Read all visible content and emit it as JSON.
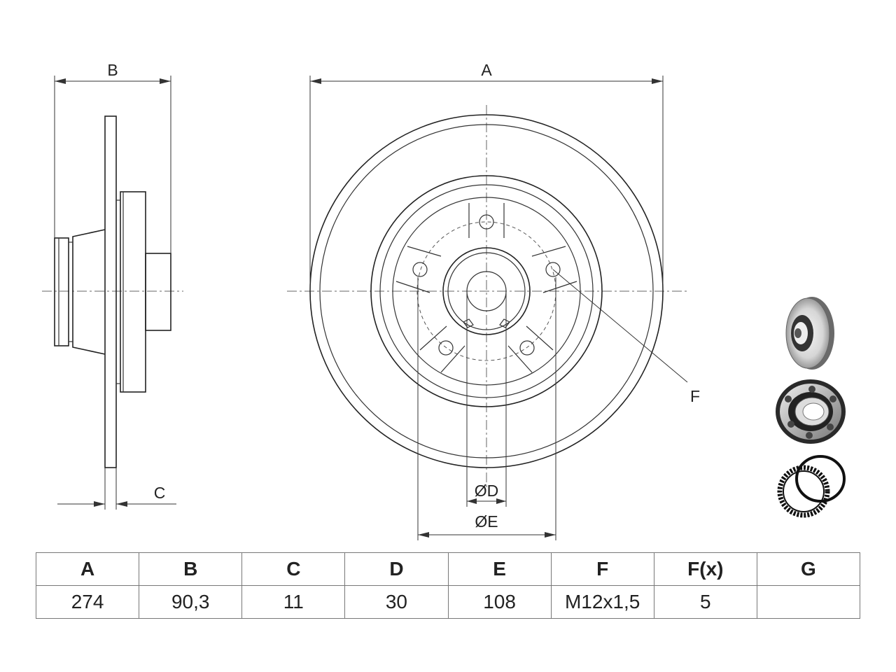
{
  "diagram": {
    "dim_labels": {
      "A": "A",
      "B": "B",
      "C": "C",
      "D": "ØD",
      "E": "ØE",
      "F": "F"
    },
    "icons": [
      "brake-disc-icon",
      "wheel-bearing-icon",
      "abs-ring-icon"
    ]
  },
  "table": {
    "headers": [
      "A",
      "B",
      "C",
      "D",
      "E",
      "F",
      "F(x)",
      "G"
    ],
    "values": [
      "274",
      "90,3",
      "11",
      "30",
      "108",
      "M12x1,5",
      "5",
      ""
    ]
  }
}
